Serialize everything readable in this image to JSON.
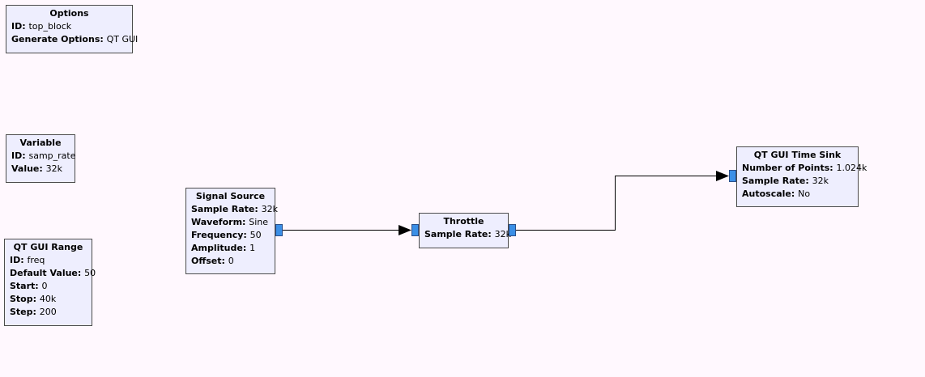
{
  "flowgraph": {
    "blocks": {
      "options": {
        "title": "Options",
        "params": [
          {
            "key": "ID",
            "value": "top_block"
          },
          {
            "key": "Generate Options",
            "value": "QT GUI"
          }
        ]
      },
      "variable": {
        "title": "Variable",
        "params": [
          {
            "key": "ID",
            "value": "samp_rate"
          },
          {
            "key": "Value",
            "value": "32k"
          }
        ]
      },
      "qt_gui_range": {
        "title": "QT GUI Range",
        "params": [
          {
            "key": "ID",
            "value": "freq"
          },
          {
            "key": "Default Value",
            "value": "50"
          },
          {
            "key": "Start",
            "value": "0"
          },
          {
            "key": "Stop",
            "value": "40k"
          },
          {
            "key": "Step",
            "value": "200"
          }
        ]
      },
      "signal_source": {
        "title": "Signal Source",
        "params": [
          {
            "key": "Sample Rate",
            "value": "32k"
          },
          {
            "key": "Waveform",
            "value": "Sine"
          },
          {
            "key": "Frequency",
            "value": "50"
          },
          {
            "key": "Amplitude",
            "value": "1"
          },
          {
            "key": "Offset",
            "value": "0"
          }
        ]
      },
      "throttle": {
        "title": "Throttle",
        "params": [
          {
            "key": "Sample Rate",
            "value": "32k"
          }
        ]
      },
      "qt_gui_time_sink": {
        "title": "QT GUI Time Sink",
        "params": [
          {
            "key": "Number of Points",
            "value": "1.024k"
          },
          {
            "key": "Sample Rate",
            "value": "32k"
          },
          {
            "key": "Autoscale",
            "value": "No"
          }
        ]
      }
    },
    "colors": {
      "canvas_bg": "#fff8fe",
      "block_bg": "#eeeefe",
      "block_border": "#4c4c4c",
      "port_fill": "#3b8fe6",
      "wire": "#000000"
    }
  }
}
